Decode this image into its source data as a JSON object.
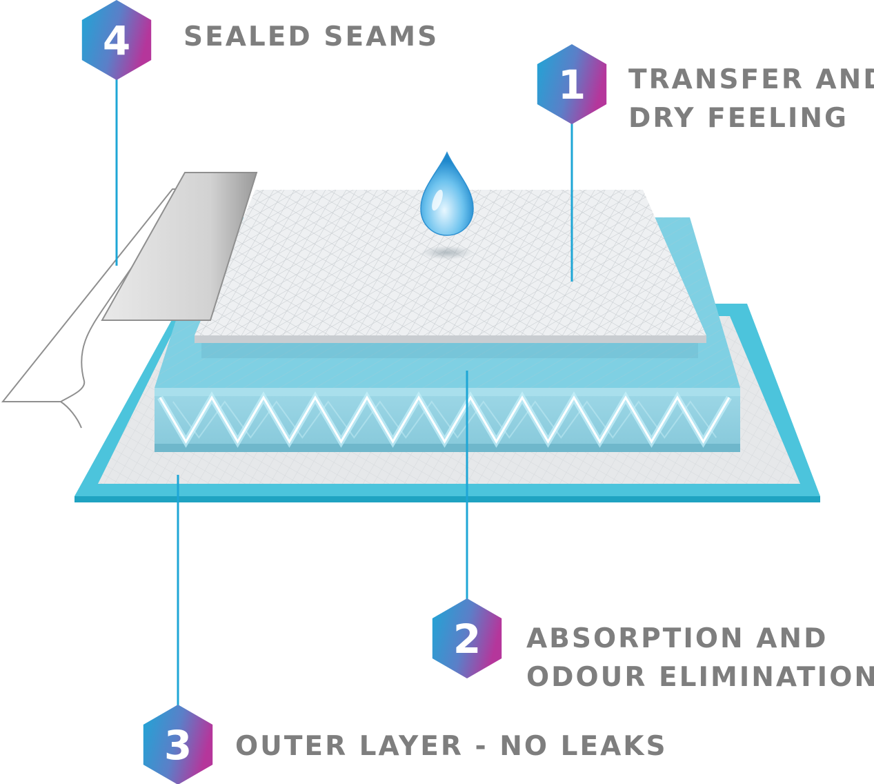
{
  "colors": {
    "accent_blue": "#1ea6d6",
    "accent_magenta": "#b5369b",
    "label_gray": "#7e7e7e",
    "layer_cyan": "#4cc4dc",
    "layer_light": "#e6e8ea"
  },
  "callouts": [
    {
      "number": "1",
      "lines": [
        "TRANSFER AND",
        "DRY FEELING"
      ]
    },
    {
      "number": "2",
      "lines": [
        "ABSORPTION AND",
        "ODOUR ELIMINATION"
      ]
    },
    {
      "number": "3",
      "lines": [
        "OUTER LAYER - NO LEAKS"
      ]
    },
    {
      "number": "4",
      "lines": [
        "SEALED SEAMS"
      ]
    }
  ]
}
